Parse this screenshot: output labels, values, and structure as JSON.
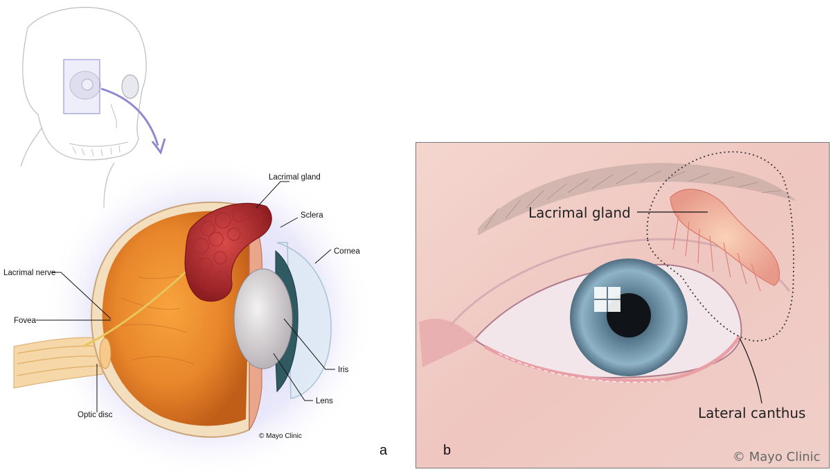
{
  "panel_a": {
    "letter": "a",
    "labels": {
      "lacrimal_gland": "Lacrimal gland",
      "sclera": "Sclera",
      "cornea": "Cornea",
      "lacrimal_nerve": "Lacrimal nerve",
      "fovea": "Fovea",
      "iris": "Iris",
      "lens": "Lens",
      "optic_disc": "Optic disc"
    },
    "copyright": "© Mayo Clinic"
  },
  "panel_b": {
    "letter": "b",
    "labels": {
      "lacrimal_gland": "Lacrimal gland",
      "lateral_canthus": "Lateral canthus"
    },
    "copyright": "© Mayo Clinic"
  }
}
